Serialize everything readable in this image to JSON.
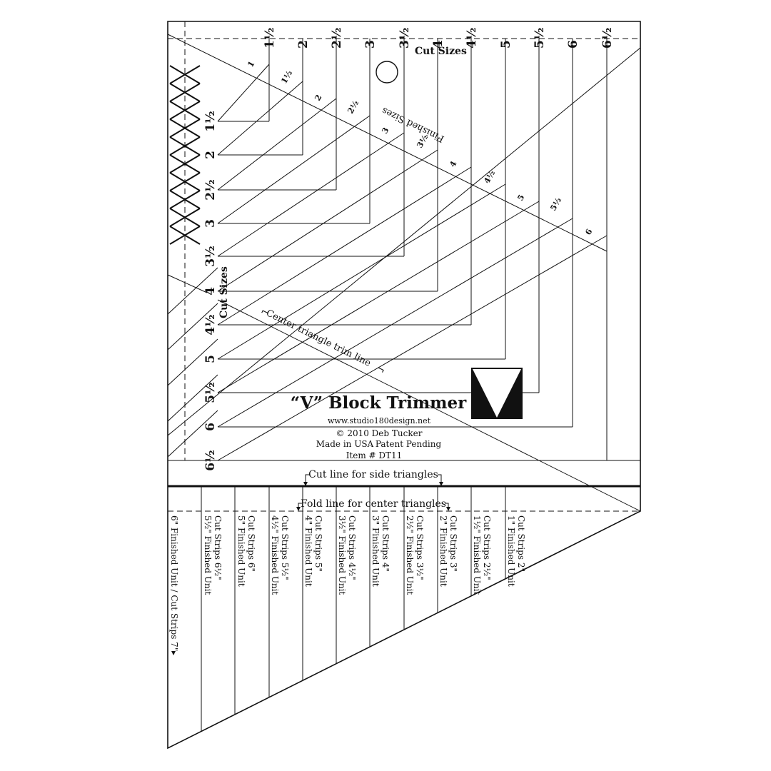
{
  "product": {
    "title": "“V” Block Trimmer",
    "website": "www.studio180design.net",
    "copyright": "© 2010 Deb Tucker",
    "made_in": "Made in USA",
    "patent": "Patent Pending",
    "item": "Item # DT11"
  },
  "labels": {
    "cut_sizes_top": "Cut Sizes",
    "cut_sizes_left": "Cut Sizes",
    "finished_sizes": "Finished Sizes",
    "center_trim": "Center triangle trim line",
    "cut_line_side": "Cut line for side triangles",
    "fold_line_center": "Fold line for center triangles"
  },
  "cut_sizes": [
    "1½",
    "2",
    "2½",
    "3",
    "3½",
    "4",
    "4½",
    "5",
    "5½",
    "6",
    "6½"
  ],
  "left_cut_sizes": [
    "1½",
    "2",
    "2½",
    "3",
    "3½",
    "4",
    "4½",
    "5",
    "5½",
    "6",
    "6½"
  ],
  "finished_sizes": [
    "1",
    "1½",
    "2",
    "2½",
    "3",
    "3½",
    "4",
    "4½",
    "5",
    "5½",
    "6"
  ],
  "strip_labels": [
    {
      "line1": "6\" Finished Unit / Cut Strips 7\"",
      "line2": ""
    },
    {
      "line1": "5½\" Finished Unit",
      "line2": "Cut Strips 6½\""
    },
    {
      "line1": "5\" Finished Unit",
      "line2": "Cut Strips 6\""
    },
    {
      "line1": "4½\" Finished Unit",
      "line2": "Cut Strips 5½\""
    },
    {
      "line1": "4\" Finished Unit",
      "line2": "Cut Strips 5\""
    },
    {
      "line1": "3½\" Finished Unit",
      "line2": "Cut Strips 4½\""
    },
    {
      "line1": "3\" Finished Unit",
      "line2": "Cut Strips 4\""
    },
    {
      "line1": "2½\" Finished Unit",
      "line2": "Cut Strips 3½\""
    },
    {
      "line1": "2\" Finished Unit",
      "line2": "Cut Strips 3\""
    },
    {
      "line1": "1½\" Finished Unit",
      "line2": "Cut Strips 2½\""
    },
    {
      "line1": "1\" Finished Unit",
      "line2": "Cut Strips 2\""
    }
  ]
}
